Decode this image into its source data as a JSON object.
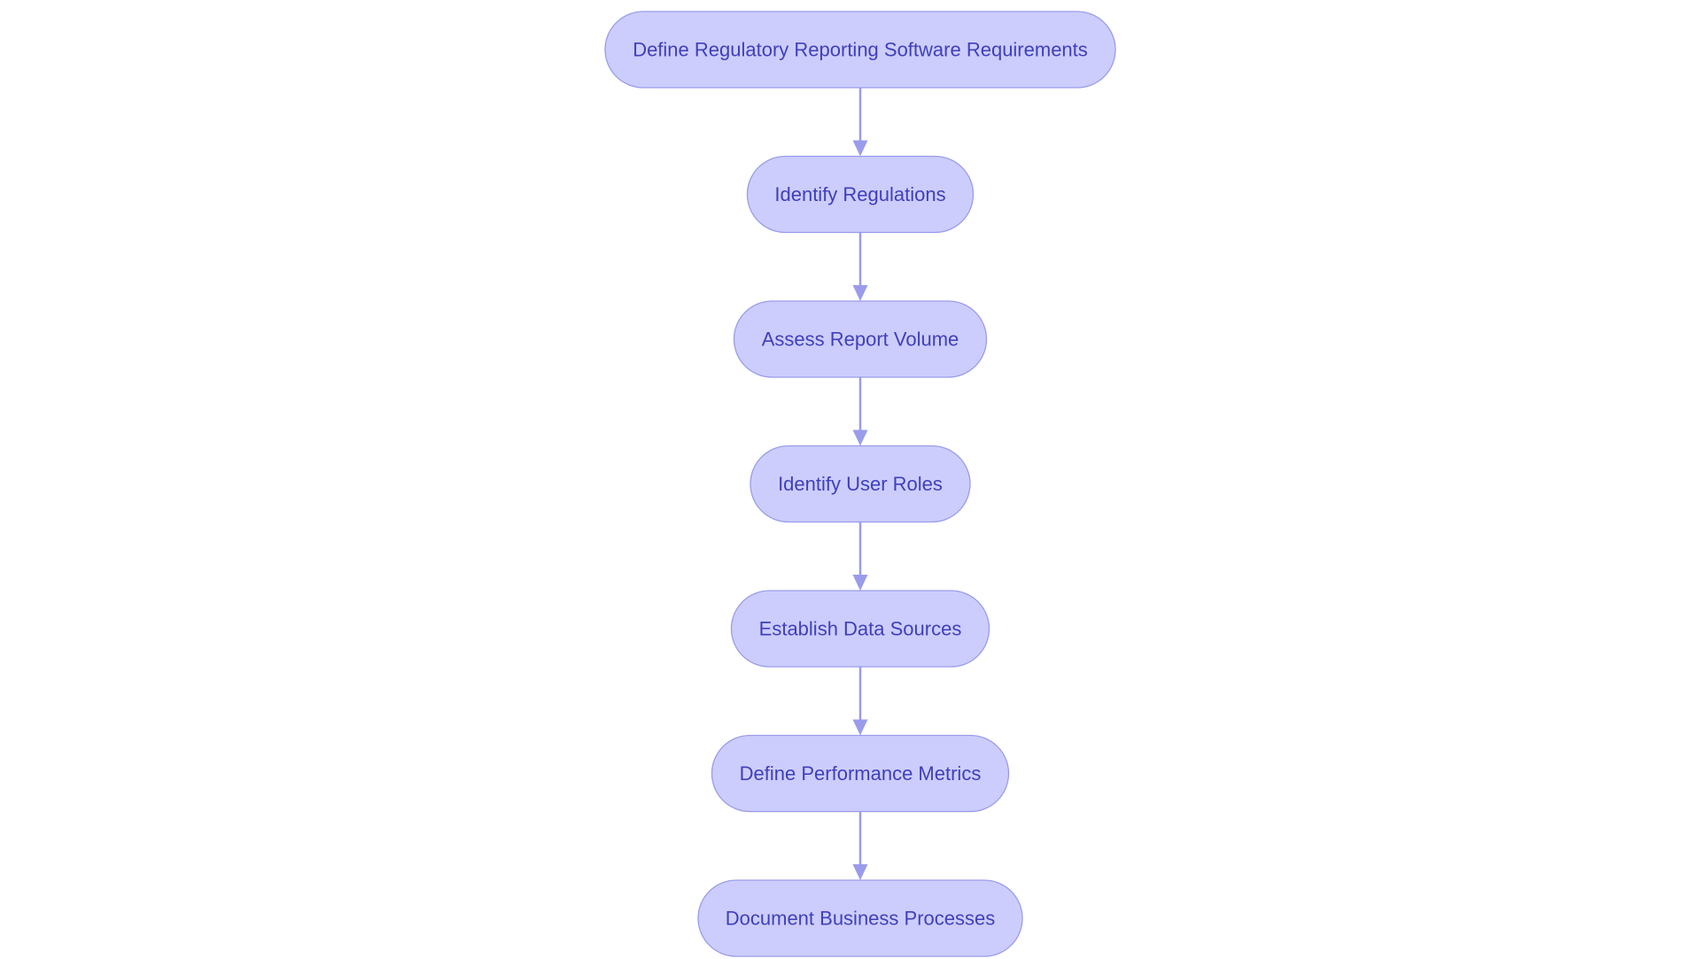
{
  "diagram": {
    "type": "flowchart",
    "direction": "top-to-bottom",
    "colors": {
      "node_fill": "#cccdfc",
      "node_border": "#9a9ceb",
      "node_text": "#3f3fbd",
      "edge": "#9a9ceb"
    },
    "nodes": [
      {
        "id": "n1",
        "label": "Define Regulatory Reporting Software Requirements"
      },
      {
        "id": "n2",
        "label": "Identify Regulations"
      },
      {
        "id": "n3",
        "label": "Assess Report Volume"
      },
      {
        "id": "n4",
        "label": "Identify User Roles"
      },
      {
        "id": "n5",
        "label": "Establish Data Sources"
      },
      {
        "id": "n6",
        "label": "Define Performance Metrics"
      },
      {
        "id": "n7",
        "label": "Document Business Processes"
      }
    ],
    "edges": [
      {
        "from": "n1",
        "to": "n2"
      },
      {
        "from": "n2",
        "to": "n3"
      },
      {
        "from": "n3",
        "to": "n4"
      },
      {
        "from": "n4",
        "to": "n5"
      },
      {
        "from": "n5",
        "to": "n6"
      },
      {
        "from": "n6",
        "to": "n7"
      }
    ]
  }
}
